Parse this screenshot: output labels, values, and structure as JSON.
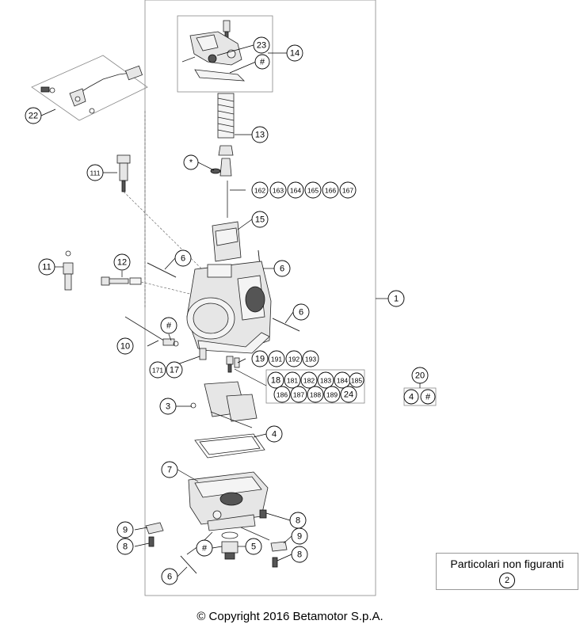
{
  "copyright": "© Copyright 2016 Betamotor S.p.A.",
  "legend": {
    "label": "Particolari non figuranti",
    "number": "2"
  },
  "callouts": [
    {
      "id": "c23",
      "text": "23"
    },
    {
      "id": "c14",
      "text": "14"
    },
    {
      "id": "chash_top",
      "text": "#"
    },
    {
      "id": "c22",
      "text": "22"
    },
    {
      "id": "c13",
      "text": "13"
    },
    {
      "id": "c111",
      "text": "111"
    },
    {
      "id": "cstar",
      "text": "*"
    },
    {
      "id": "c162",
      "text": "162"
    },
    {
      "id": "c163",
      "text": "163"
    },
    {
      "id": "c164",
      "text": "164"
    },
    {
      "id": "c165",
      "text": "165"
    },
    {
      "id": "c166",
      "text": "166"
    },
    {
      "id": "c167",
      "text": "167"
    },
    {
      "id": "c15",
      "text": "15"
    },
    {
      "id": "c11",
      "text": "11"
    },
    {
      "id": "c12",
      "text": "12"
    },
    {
      "id": "c6a",
      "text": "6"
    },
    {
      "id": "c6b",
      "text": "6"
    },
    {
      "id": "c1",
      "text": "1"
    },
    {
      "id": "c6c",
      "text": "6"
    },
    {
      "id": "chash_mid",
      "text": "#"
    },
    {
      "id": "c10",
      "text": "10"
    },
    {
      "id": "c171",
      "text": "171"
    },
    {
      "id": "c17",
      "text": "17"
    },
    {
      "id": "c19",
      "text": "19"
    },
    {
      "id": "c191",
      "text": "191"
    },
    {
      "id": "c192",
      "text": "192"
    },
    {
      "id": "c193",
      "text": "193"
    },
    {
      "id": "c20",
      "text": "20"
    },
    {
      "id": "c18",
      "text": "18"
    },
    {
      "id": "c181",
      "text": "181"
    },
    {
      "id": "c182",
      "text": "182"
    },
    {
      "id": "c183",
      "text": "183"
    },
    {
      "id": "c184",
      "text": "184"
    },
    {
      "id": "c185",
      "text": "185"
    },
    {
      "id": "c186",
      "text": "186"
    },
    {
      "id": "c187",
      "text": "187"
    },
    {
      "id": "c188",
      "text": "188"
    },
    {
      "id": "c189",
      "text": "189"
    },
    {
      "id": "c24",
      "text": "24"
    },
    {
      "id": "c4b",
      "text": "4"
    },
    {
      "id": "chash_r",
      "text": "#"
    },
    {
      "id": "c3",
      "text": "3"
    },
    {
      "id": "c4",
      "text": "4"
    },
    {
      "id": "c7",
      "text": "7"
    },
    {
      "id": "c8a",
      "text": "8"
    },
    {
      "id": "c9a",
      "text": "9"
    },
    {
      "id": "c8b",
      "text": "8"
    },
    {
      "id": "chash_bot",
      "text": "#"
    },
    {
      "id": "c5",
      "text": "5"
    },
    {
      "id": "c9b",
      "text": "9"
    },
    {
      "id": "c8c",
      "text": "8"
    },
    {
      "id": "c6d",
      "text": "6"
    }
  ]
}
